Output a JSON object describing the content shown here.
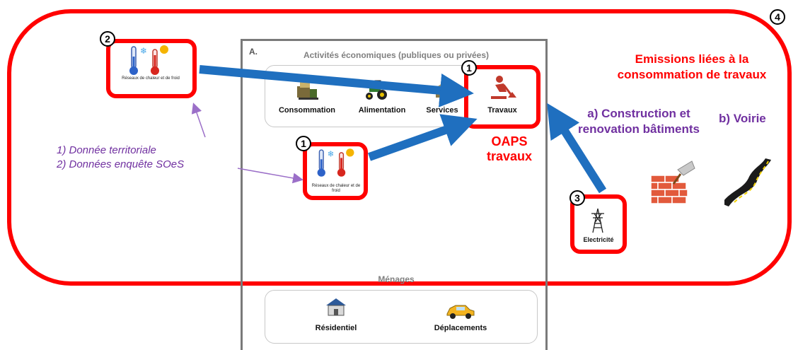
{
  "section_letter": "A.",
  "panel_title": "Activités économiques (publiques ou privées)",
  "activities": [
    "Consommation",
    "Alimentation",
    "Services"
  ],
  "travaux_label": "Travaux",
  "reseau_label": "Réseaux de chaleur et de froid",
  "oaps_label": "OAPS travaux",
  "emissions_title": "Emissions liées à la consommation de travaux",
  "construction_label": "a) Construction et renovation bâtiments",
  "voirie_label": "b) Voirie",
  "electricite_label": "Electricité",
  "data_sources": [
    "1)  Donnée territoriale",
    "2)  Données enquête SOeS"
  ],
  "menages_title": "Ménages",
  "menages_items": [
    "Résidentiel",
    "Déplacements"
  ],
  "badges": {
    "left_top": "2",
    "center": "1",
    "travaux": "1",
    "elec": "3",
    "corner": "4"
  },
  "colors": {
    "frame": "#ff0000",
    "arrow": "#1f6fbf",
    "purple": "#7030a0",
    "panel": "#7a7a7a"
  }
}
